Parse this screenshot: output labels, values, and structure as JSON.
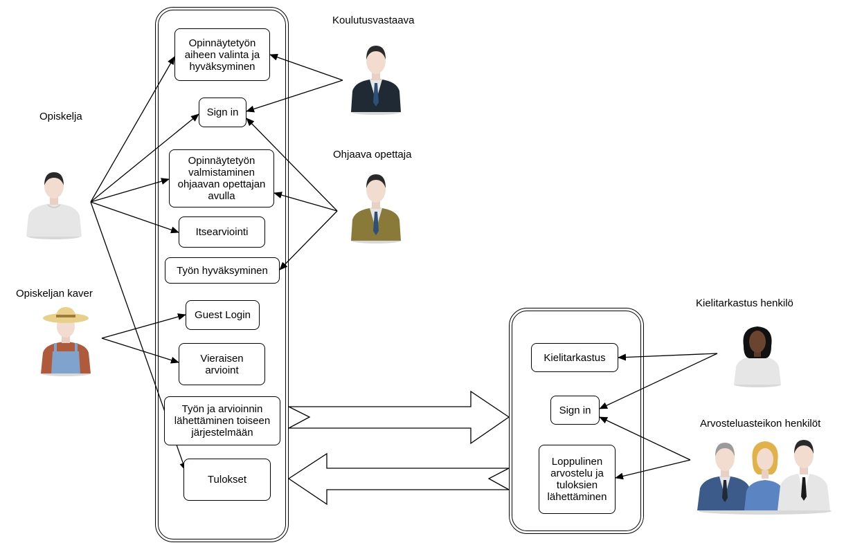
{
  "actors": {
    "koulutusvastaava": "Koulutusvastaava",
    "opiskelija": "Opiskelja",
    "ohjaava": "Ohjaava opettaja",
    "kaveri": "Opiskeljan kaver",
    "kielitarkastus": "Kielitarkastus henkilö",
    "arvostelu": "Arvosteluasteikon henkilöt"
  },
  "system1": {
    "aihe": "Opinnäytetyön\naiheen valinta ja\nhyväksyminen",
    "signin": "Sign in",
    "valmistaminen": "Opinnäytetyön\nvalmistaminen\nohjaavan opettajan\navulla",
    "itsearviointi": "Itsearviointi",
    "hyvaksyminen": "Työn hyväksyminen",
    "guest": "Guest Login",
    "vieraisen": "Vieraisen\narvioint",
    "lahettaminen": "Työn ja arvioinnin\nlähettäminen toiseen\njärjestelmään",
    "tulokset": "Tulokset"
  },
  "system2": {
    "kielitarkastus": "Kielitarkastus",
    "signin": "Sign in",
    "loppulinen": "Loppulinen\narvostelu ja\ntuloksien\nlähettäminen"
  },
  "colors": {
    "suit_dark": "#1f2a35",
    "suit_olive": "#8a7a3a",
    "shirt_white": "#e6e6e6",
    "skin": "#f2dcd0",
    "hair": "#2a2a2a",
    "tie_blue": "#2e4f7a",
    "overalls": "#7fa3cc",
    "straw_hat": "#e8cf8a",
    "brown_shirt": "#b05a3c"
  }
}
